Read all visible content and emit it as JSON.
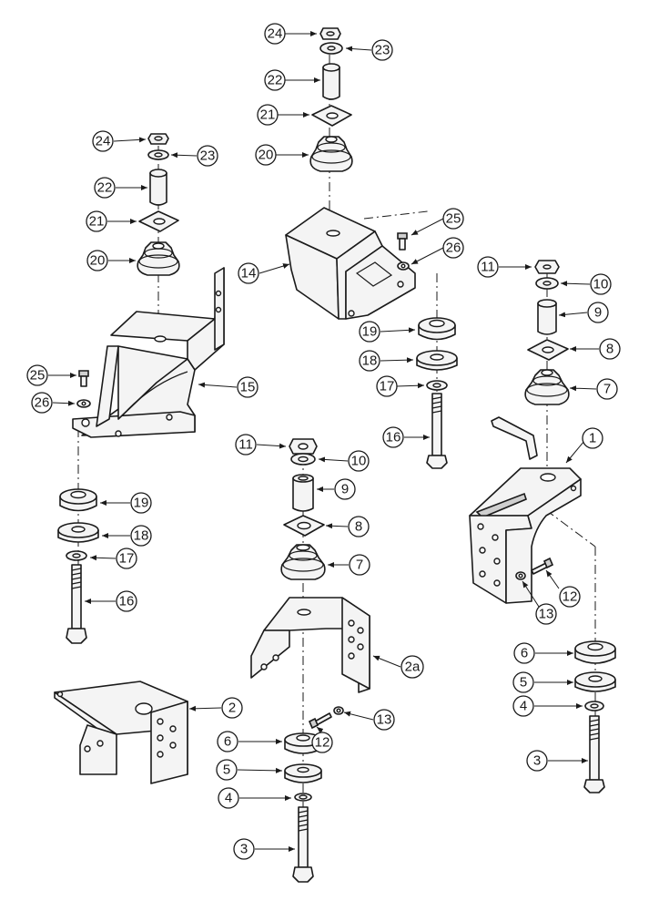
{
  "diagram": {
    "part_numbers": [
      "1",
      "2",
      "2a",
      "3",
      "4",
      "5",
      "6",
      "7",
      "8",
      "9",
      "10",
      "11",
      "12",
      "13",
      "14",
      "15",
      "16",
      "17",
      "18",
      "19",
      "20",
      "21",
      "22",
      "23",
      "24",
      "25",
      "26"
    ]
  }
}
